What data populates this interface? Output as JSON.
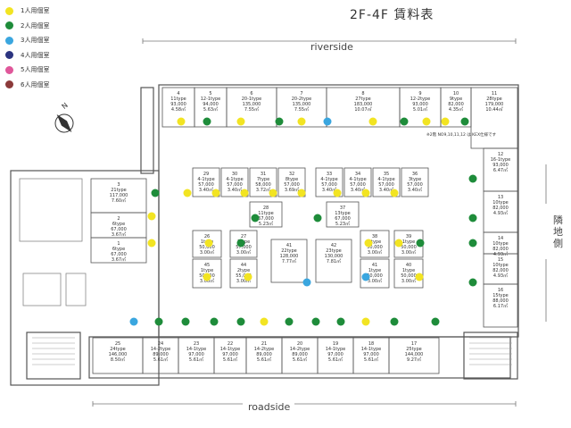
{
  "title": "2F-4F 賃料表",
  "labels": {
    "top": "riverside",
    "bottom": "roadside",
    "right": "隣地側"
  },
  "legend": [
    {
      "label": "1人用個室",
      "color": "#f2e422"
    },
    {
      "label": "2人用個室",
      "color": "#1e8c3a"
    },
    {
      "label": "3人用個室",
      "color": "#3aa6df"
    },
    {
      "label": "4人用個室",
      "color": "#2c3480"
    },
    {
      "label": "5人用個室",
      "color": "#e0579a"
    },
    {
      "label": "6人用個室",
      "color": "#8b3a3a"
    }
  ],
  "note": "※2階 NO9,10,11,12 は KEX仕様です",
  "rooms": [
    {
      "no": "4",
      "type": "11type",
      "rent": "93,000",
      "area": "4.58㎡"
    },
    {
      "no": "5",
      "type": "12-1type",
      "rent": "94,000",
      "area": "5.63㎡"
    },
    {
      "no": "6",
      "type": "20-1type",
      "rent": "135,000",
      "area": "7.55㎡"
    },
    {
      "no": "7",
      "type": "20-2type",
      "rent": "135,000",
      "area": "7.55㎡"
    },
    {
      "no": "8",
      "type": "27type",
      "rent": "183,000",
      "area": "10.07㎡"
    },
    {
      "no": "9",
      "type": "12-2type",
      "rent": "93,000",
      "area": "5.01㎡"
    },
    {
      "no": "10",
      "type": "9type",
      "rent": "82,000",
      "area": "4.35㎡"
    },
    {
      "no": "11",
      "type": "28type",
      "rent": "179,000",
      "area": "10.44㎡"
    },
    {
      "no": "12",
      "type": "16-1type",
      "rent": "93,000",
      "area": "6.47㎡"
    },
    {
      "no": "13",
      "type": "10type",
      "rent": "82,000",
      "area": "4.93㎡"
    },
    {
      "no": "14",
      "type": "10type",
      "rent": "82,000",
      "area": "4.93㎡"
    },
    {
      "no": "15",
      "type": "10type",
      "rent": "82,000",
      "area": "4.93㎡"
    },
    {
      "no": "16",
      "type": "15type",
      "rent": "88,000",
      "area": "6.17㎡"
    },
    {
      "no": "29",
      "type": "4-1type",
      "rent": "57,000",
      "area": "3.40㎡"
    },
    {
      "no": "30",
      "type": "4-1type",
      "rent": "57,000",
      "area": "3.40㎡"
    },
    {
      "no": "31",
      "type": "7type",
      "rent": "58,000",
      "area": "3.72㎡"
    },
    {
      "no": "32",
      "type": "8type",
      "rent": "57,000",
      "area": "3.69㎡"
    },
    {
      "no": "33",
      "type": "4-1type",
      "rent": "57,000",
      "area": "3.40㎡"
    },
    {
      "no": "34",
      "type": "4-1type",
      "rent": "57,000",
      "area": "3.40㎡"
    },
    {
      "no": "35",
      "type": "4-1type",
      "rent": "57,000",
      "area": "3.40㎡"
    },
    {
      "no": "36",
      "type": "3type",
      "rent": "57,000",
      "area": "3.40㎡"
    },
    {
      "no": "3",
      "type": "21type",
      "rent": "117,000",
      "area": "7.60㎡"
    },
    {
      "no": "2",
      "type": "6type",
      "rent": "67,000",
      "area": "3.67㎡"
    },
    {
      "no": "1",
      "type": "6type",
      "rent": "67,000",
      "area": "3.67㎡"
    },
    {
      "no": "28",
      "type": "11type",
      "rent": "67,000",
      "area": "5.23㎡"
    },
    {
      "no": "37",
      "type": "13type",
      "rent": "67,000",
      "area": "5.23㎡"
    },
    {
      "no": "26",
      "type": "1type",
      "rent": "50,000",
      "area": "3.00㎡"
    },
    {
      "no": "27",
      "type": "2type",
      "rent": "57,000",
      "area": "3.00㎡"
    },
    {
      "no": "41",
      "type": "22type",
      "rent": "128,000",
      "area": "7.77㎡"
    },
    {
      "no": "42",
      "type": "23type",
      "rent": "130,000",
      "area": "7.81㎡"
    },
    {
      "no": "38",
      "type": "1type",
      "rent": "50,000",
      "area": "3.00㎡"
    },
    {
      "no": "39",
      "type": "1type",
      "rent": "50,000",
      "area": "3.00㎡"
    },
    {
      "no": "45",
      "type": "1type",
      "rent": "50,000",
      "area": "3.00㎡"
    },
    {
      "no": "44",
      "type": "2type",
      "rent": "55,000",
      "area": "3.00㎡"
    },
    {
      "no": "41",
      "type": "1type",
      "rent": "50,000",
      "area": "3.00㎡"
    },
    {
      "no": "40",
      "type": "1type",
      "rent": "50,000",
      "area": "3.00㎡"
    },
    {
      "no": "25",
      "type": "24type",
      "rent": "146,000",
      "area": "8.50㎡"
    },
    {
      "no": "24",
      "type": "14-2type",
      "rent": "89,000",
      "area": "5.61㎡"
    },
    {
      "no": "23",
      "type": "14-1type",
      "rent": "97,000",
      "area": "5.61㎡"
    },
    {
      "no": "22",
      "type": "14-1type",
      "rent": "97,000",
      "area": "5.61㎡"
    },
    {
      "no": "21",
      "type": "14-2type",
      "rent": "89,000",
      "area": "5.61㎡"
    },
    {
      "no": "20",
      "type": "14-2type",
      "rent": "89,000",
      "area": "5.61㎡"
    },
    {
      "no": "19",
      "type": "14-1type",
      "rent": "97,000",
      "area": "5.61㎡"
    },
    {
      "no": "18",
      "type": "14-1type",
      "rent": "97,000",
      "area": "5.61㎡"
    },
    {
      "no": "17",
      "type": "25type",
      "rent": "144,000",
      "area": "9.27㎡"
    }
  ]
}
